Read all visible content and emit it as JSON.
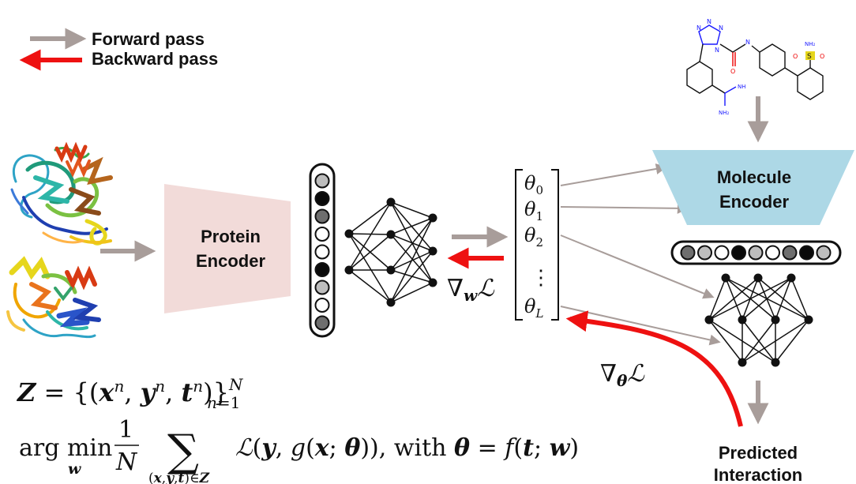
{
  "legend": {
    "forward_label": "Forward pass",
    "backward_label": "Backward pass"
  },
  "blocks": {
    "protein_encoder": [
      "Protein",
      "Encoder"
    ],
    "molecule_encoder": [
      "Molecule",
      "Encoder"
    ],
    "output": [
      "Predicted",
      "Interaction"
    ]
  },
  "theta_vector": {
    "entries": [
      "θ0",
      "θ1",
      "θ2",
      "⋮",
      "θL"
    ]
  },
  "gradients": {
    "w": "∇wℒ",
    "theta": "∇θℒ"
  },
  "formulas": {
    "dataset": "Z = {(xⁿ, yⁿ, tⁿ)}ⁿ₌₁ᴺ",
    "objective": "arg min_w 1/N Σ_(x,y,t)∈Z ℒ(y, g(x; θ)),  with θ = f(t; w)"
  },
  "colors": {
    "forward_arrow": "#a89d9a",
    "backward_arrow": "#ee1111",
    "protein_encoder_fill": "#f2dbd9",
    "molecule_encoder_fill": "#add8e6"
  },
  "protein_embedding_cells": [
    "light",
    "dark",
    "mid",
    "white",
    "white",
    "dark",
    "light",
    "white",
    "mid"
  ],
  "molecule_embedding_cells": [
    "mid",
    "light",
    "white",
    "dark",
    "light",
    "white",
    "mid",
    "dark",
    "light"
  ]
}
